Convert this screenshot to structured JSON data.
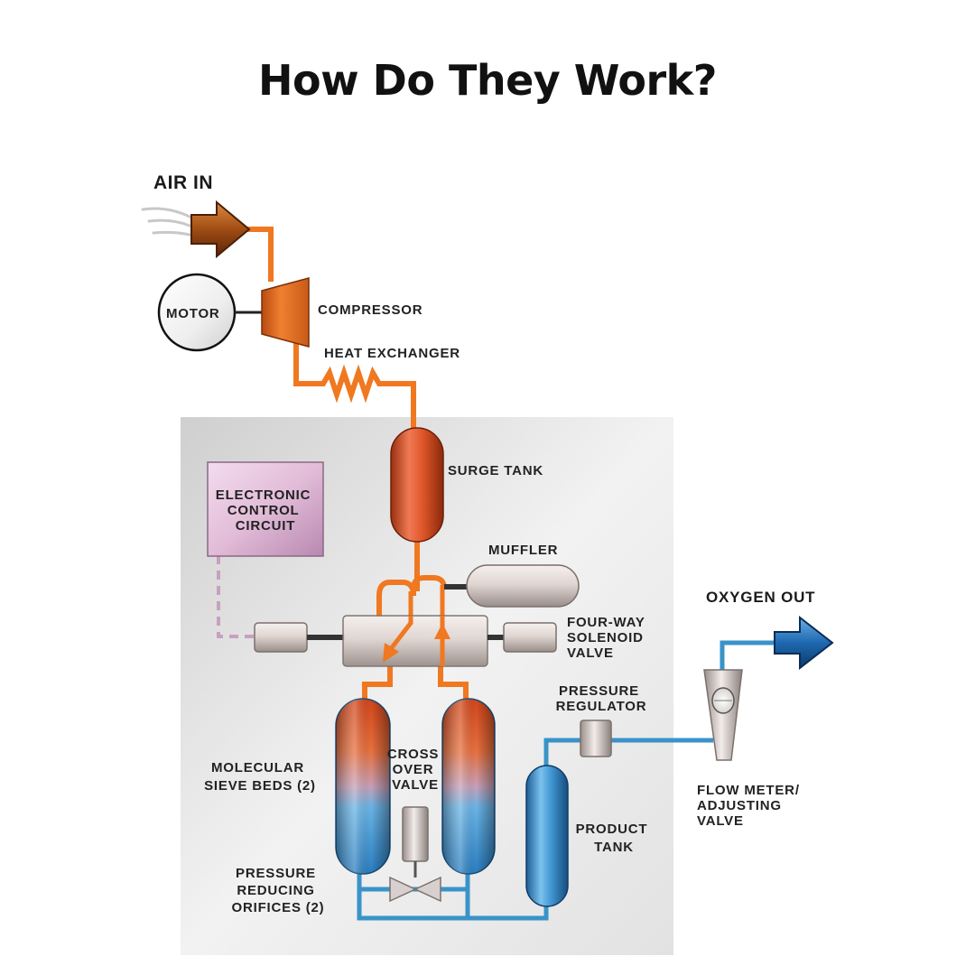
{
  "title": "How Do They Work?",
  "labels": {
    "air_in": "AIR IN",
    "motor": "MOTOR",
    "compressor": "COMPRESSOR",
    "heat_exchanger": "HEAT EXCHANGER",
    "surge_tank": "SURGE TANK",
    "electronic_control": [
      "ELECTRONIC",
      "CONTROL",
      "CIRCUIT"
    ],
    "muffler": "MUFFLER",
    "four_way_valve": [
      "FOUR-WAY",
      "SOLENOID",
      "VALVE"
    ],
    "oxygen_out": "OXYGEN OUT",
    "pressure_regulator": [
      "PRESSURE",
      "REGULATOR"
    ],
    "molecular_sieve": [
      "MOLECULAR",
      "SIEVE BEDS (2)"
    ],
    "cross_over_valve": [
      "CROSS",
      "OVER",
      "VALVE"
    ],
    "flow_meter": [
      "FLOW METER/",
      "ADJUSTING",
      "VALVE"
    ],
    "product_tank": [
      "PRODUCT",
      "TANK"
    ],
    "pressure_reducing": [
      "PRESSURE",
      "REDUCING",
      "ORIFICES (2)"
    ]
  },
  "colors": {
    "air_line": "#f07820",
    "oxygen_line": "#3a93c8",
    "control_line": "#c8a0c0",
    "panel_bg": "#d8d8d8"
  }
}
